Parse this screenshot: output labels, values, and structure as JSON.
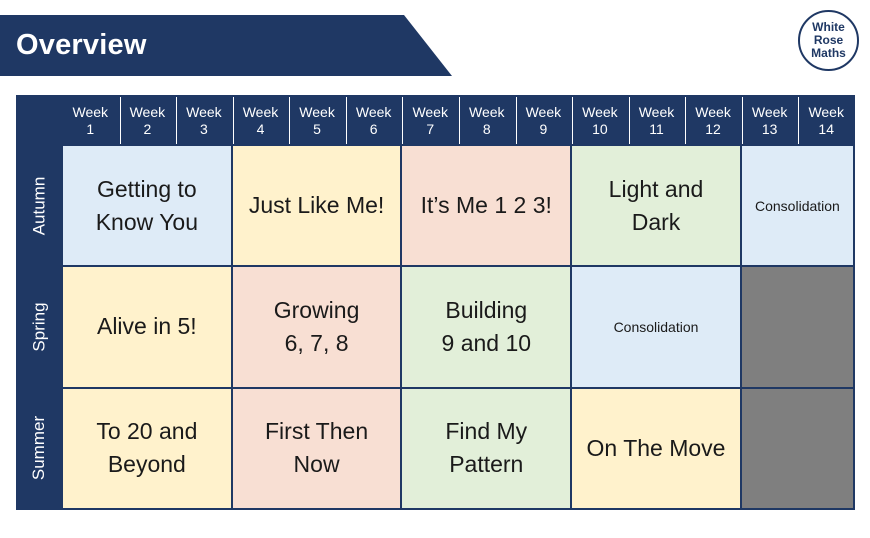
{
  "header": {
    "title": "Overview",
    "logo_lines": [
      "White",
      "Rose",
      "Maths"
    ]
  },
  "weeks": [
    {
      "label": "Week",
      "num": "1"
    },
    {
      "label": "Week",
      "num": "2"
    },
    {
      "label": "Week",
      "num": "3"
    },
    {
      "label": "Week",
      "num": "4"
    },
    {
      "label": "Week",
      "num": "5"
    },
    {
      "label": "Week",
      "num": "6"
    },
    {
      "label": "Week",
      "num": "7"
    },
    {
      "label": "Week",
      "num": "8"
    },
    {
      "label": "Week",
      "num": "9"
    },
    {
      "label": "Week",
      "num": "10"
    },
    {
      "label": "Week",
      "num": "11"
    },
    {
      "label": "Week",
      "num": "12"
    },
    {
      "label": "Week",
      "num": "13"
    },
    {
      "label": "Week",
      "num": "14"
    }
  ],
  "terms": {
    "autumn": {
      "label": "Autumn",
      "blocks": [
        "Getting to\nKnow You",
        "Just Like Me!",
        "It’s Me 1 2 3!",
        "Light and\nDark",
        "Consolidation"
      ]
    },
    "spring": {
      "label": "Spring",
      "blocks": [
        "Alive in 5!",
        "Growing\n6, 7, 8",
        "Building\n9 and 10",
        "Consolidation"
      ]
    },
    "summer": {
      "label": "Summer",
      "blocks": [
        "To 20 and\nBeyond",
        "First Then\nNow",
        "Find My\nPattern",
        "On The Move"
      ]
    }
  },
  "colors": {
    "navy": "#1f3864",
    "blue": "#deebf7",
    "yellow": "#fff2cc",
    "peach": "#f8dfd3",
    "green": "#e2efd9",
    "grey": "#7f7f7f"
  }
}
